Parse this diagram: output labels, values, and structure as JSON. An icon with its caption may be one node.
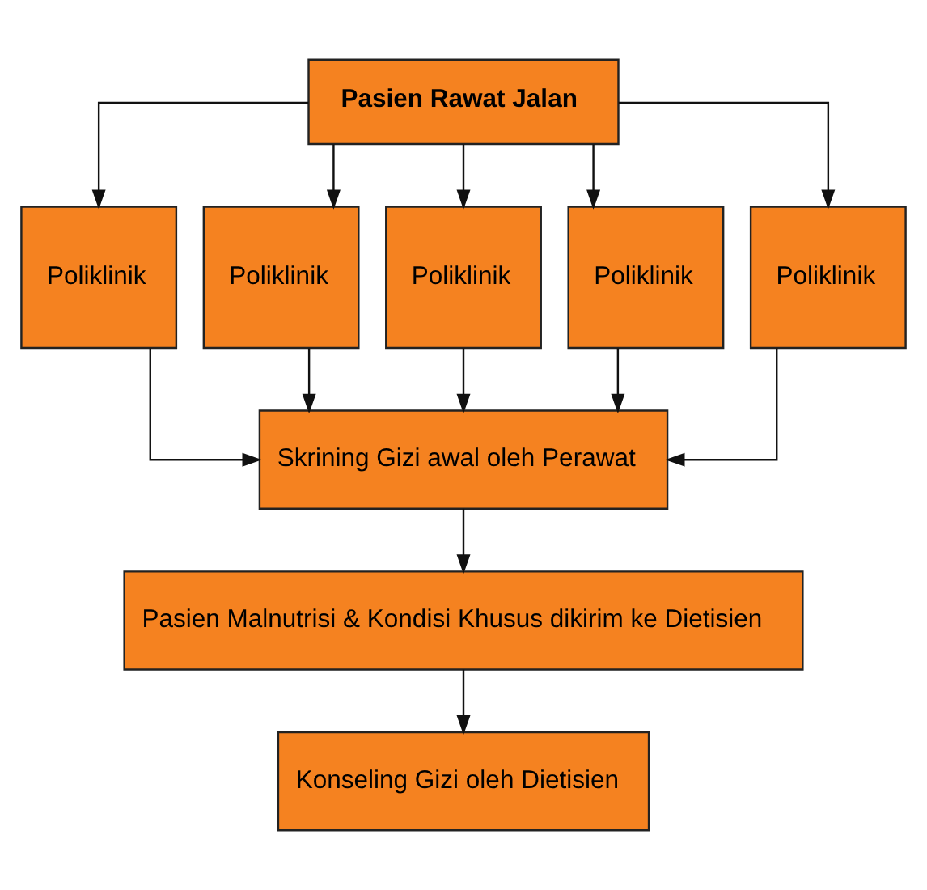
{
  "diagram": {
    "nodes": [
      {
        "text": [
          "Pasien Rawat Jalan"
        ]
      },
      {
        "text": [
          "Poliklinik"
        ]
      },
      {
        "text": [
          "Poliklinik"
        ]
      },
      {
        "text": [
          "Poliklinik"
        ]
      },
      {
        "text": [
          "Poliklinik"
        ]
      },
      {
        "text": [
          "Poliklinik"
        ]
      },
      {
        "text": [
          "Skrining Gizi awal oleh Perawat"
        ]
      },
      {
        "text": [
          "Pasien Malnutrisi & Kondisi Khusus dikirim ke Dietisien"
        ]
      },
      {
        "text": [
          "Konseling Gizi oleh Dietisien"
        ]
      }
    ],
    "edges": [
      {
        "from": 0,
        "to": 1,
        "arrow": "to"
      },
      {
        "from": 0,
        "to": 2,
        "arrow": "to"
      },
      {
        "from": 0,
        "to": 3,
        "arrow": "to"
      },
      {
        "from": 0,
        "to": 4,
        "arrow": "to"
      },
      {
        "from": 0,
        "to": 5,
        "arrow": "to"
      },
      {
        "from": 1,
        "to": 6,
        "arrow": "to"
      },
      {
        "from": 2,
        "to": 6,
        "arrow": "to"
      },
      {
        "from": 3,
        "to": 6,
        "arrow": "to"
      },
      {
        "from": 4,
        "to": 6,
        "arrow": "to"
      },
      {
        "from": 5,
        "to": 6,
        "arrow": "to"
      },
      {
        "from": 6,
        "to": 7,
        "arrow": "to"
      },
      {
        "from": 7,
        "to": 8,
        "arrow": "to"
      }
    ]
  }
}
